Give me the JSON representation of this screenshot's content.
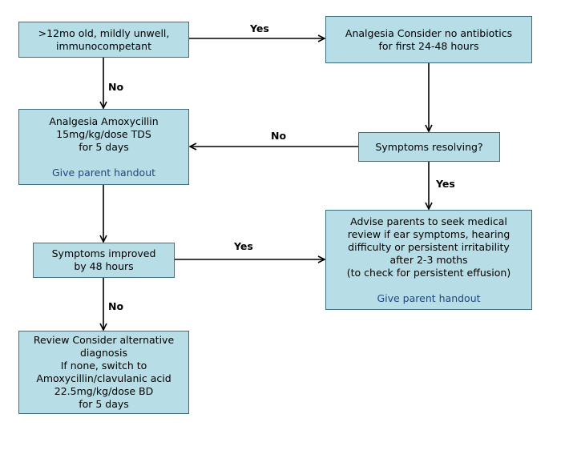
{
  "nodes": {
    "start": {
      "lines": [
        ">12mo  old,  mildly  unwell,",
        "immunocompetant"
      ]
    },
    "analgesia_no_abx": {
      "lines": [
        "Analgesia  Consider  no  antibiotics",
        "for  first  24-48  hours"
      ]
    },
    "amoxycillin": {
      "lines": [
        "Analgesia  Amoxycillin",
        "15mg/kg/dose   TDS",
        "for  5  days"
      ],
      "handout": "Give  parent  handout"
    },
    "symptoms_resolving": {
      "lines": [
        "Symptoms   resolving?"
      ]
    },
    "advise_parents": {
      "lines": [
        "Advise  parents  to  seek  medical",
        "review  if  ear  symptoms,   hearing",
        "difficulty  or  persistent  irritability",
        "after  2-3  moths",
        "(to  check  for  persistent  effusion)"
      ],
      "handout": "Give  parent  handout"
    },
    "symptoms_improved": {
      "lines": [
        "Symptoms   improved",
        "by  48  hours"
      ]
    },
    "review": {
      "lines": [
        "Review  Consider  alternative",
        "diagnosis",
        "If  none,  switch  to",
        "Amoxycillin/clavulanic  acid",
        "22.5mg/kg/dose   BD",
        "for  5  days"
      ]
    }
  },
  "edge_labels": {
    "start_yes": "Yes",
    "start_no": "No",
    "resolving_no": "No",
    "resolving_yes": "Yes",
    "improved_yes": "Yes",
    "improved_no": "No"
  },
  "colors": {
    "box_fill": "#b7dde6",
    "box_border": "#3f6f7f",
    "arrow": "#000000",
    "handout_text": "#1f497d"
  }
}
